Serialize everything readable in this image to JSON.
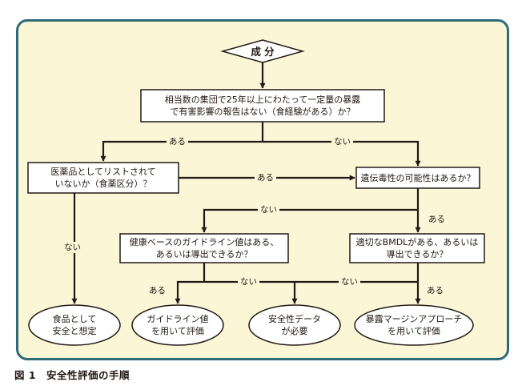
{
  "nodes": {
    "start": "成 分",
    "q1": "相当数の集団で25年以上にわたって一定量の暴露\nで有害影響の報告はない（食経験がある）か？",
    "q2": "医薬品としてリストされて\nいないか（食薬区分）？",
    "q3": "遺伝毒性の可能性はあるか？",
    "q4": "健康ベースのガイドライン値はある、\nあるいは導出できるか？",
    "q5": "適切なBMDLがある、あるいは\n導出できるか？",
    "r1": "食品として\n安全と想定",
    "r2": "ガイドライン値\nを用いて評価",
    "r3": "安全性データ\nが必要",
    "r4": "暴露マージンアプローチ\nを用いて評価"
  },
  "edge_labels": {
    "q1_yes": "ある",
    "q1_no": "ない",
    "q2_yes": "ある",
    "q2_no": "ない",
    "q3_no": "ない",
    "q3_yes": "ある",
    "q4_yes": "ある",
    "q4_no": "ない",
    "q5_no": "ない",
    "q5_yes": "ある"
  },
  "caption": "図 1　安全性評価の手順",
  "colors": {
    "panel_background": "#fbf6d6",
    "panel_border": "#2e6b78",
    "line": "#231815"
  }
}
